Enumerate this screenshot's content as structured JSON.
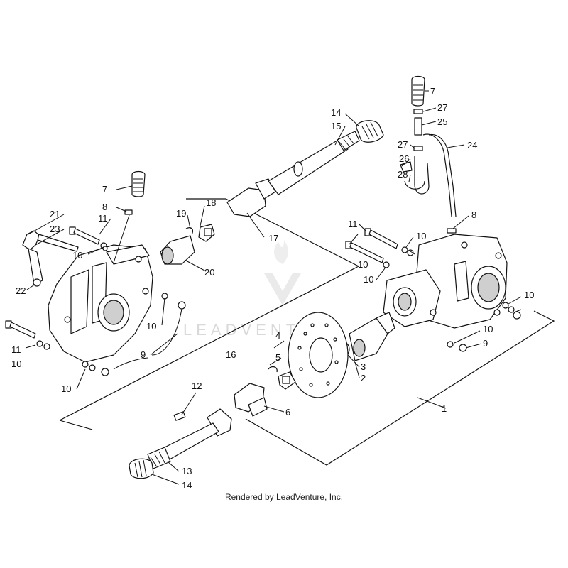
{
  "footer": {
    "text": "Rendered by LeadVenture, Inc."
  },
  "watermark": {
    "text": "LEADVENTURE"
  },
  "callouts": {
    "c1": "1",
    "c2": "2",
    "c3": "3",
    "c4": "4",
    "c5": "5",
    "c6": "6",
    "c7a": "7",
    "c7b": "7",
    "c8a": "8",
    "c8b": "8",
    "c9a": "9",
    "c9b": "9",
    "c10a": "10",
    "c10b": "10",
    "c10c": "10",
    "c10d": "10",
    "c10e": "10",
    "c10f": "10",
    "c10g": "10",
    "c10h": "10",
    "c10i": "10",
    "c11a": "11",
    "c11b": "11",
    "c11c": "11",
    "c12": "12",
    "c13": "13",
    "c14a": "14",
    "c14b": "14",
    "c15": "15",
    "c16": "16",
    "c17": "17",
    "c18": "18",
    "c19": "19",
    "c20": "20",
    "c21": "21",
    "c22": "22",
    "c23": "23",
    "c24": "24",
    "c25": "25",
    "c26": "26",
    "c27a": "27",
    "c27b": "27",
    "c28": "28"
  }
}
